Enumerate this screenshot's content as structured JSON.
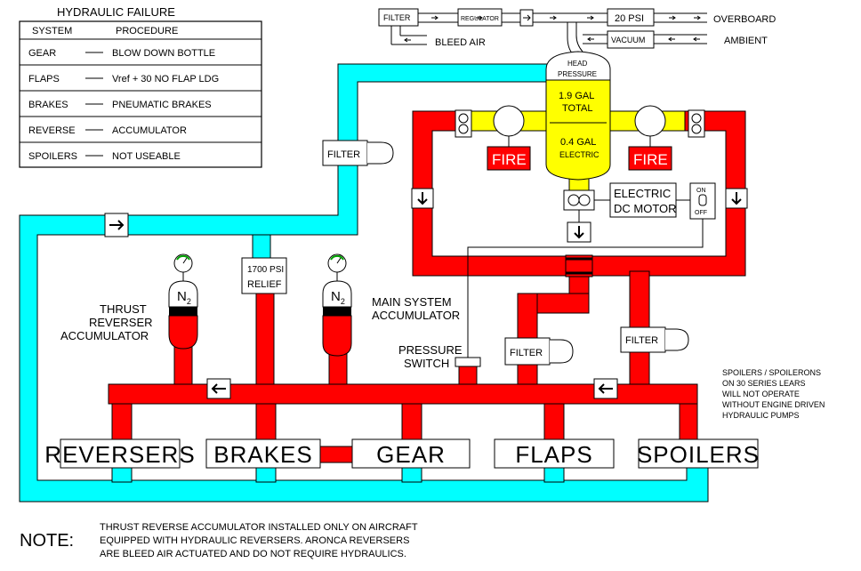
{
  "failure_table": {
    "title": "HYDRAULIC FAILURE",
    "col_system": "SYSTEM",
    "col_procedure": "PROCEDURE",
    "rows": [
      {
        "system": "GEAR",
        "procedure": "BLOW DOWN BOTTLE"
      },
      {
        "system": "FLAPS",
        "procedure": "Vref + 30 NO FLAP LDG"
      },
      {
        "system": "BRAKES",
        "procedure": "PNEUMATIC BRAKES"
      },
      {
        "system": "REVERSE",
        "procedure": "ACCUMULATOR"
      },
      {
        "system": "SPOILERS",
        "procedure": "NOT USEABLE"
      }
    ]
  },
  "top_lines": {
    "filter": "FILTER",
    "regulator": "REGULATOR",
    "psi20": "20 PSI",
    "vacuum": "VACUUM",
    "overboard": "OVERBOARD",
    "ambient": "AMBIENT",
    "bleed_air": "BLEED AIR"
  },
  "reservoir": {
    "head": "HEAD",
    "pressure": "PRESSURE",
    "total_qty": "1.9 GAL",
    "total_label": "TOTAL",
    "elec_qty": "0.4 GAL",
    "elec_label": "ELECTRIC"
  },
  "components": {
    "fire": "FIRE",
    "motor_line1": "ELECTRIC",
    "motor_line2": "DC MOTOR",
    "switch_on": "ON",
    "switch_off": "OFF",
    "filter": "FILTER",
    "relief_line1": "1700 PSI",
    "relief_line2": "RELIEF",
    "n2": "N",
    "n2_sub": "2",
    "pressure_switch_line1": "PRESSURE",
    "pressure_switch_line2": "SWITCH"
  },
  "labels": {
    "thrust_acc": [
      "THRUST",
      "REVERSER",
      "ACCUMULATOR"
    ],
    "main_acc": [
      "MAIN SYSTEM",
      "ACCUMULATOR"
    ],
    "spoiler_note": [
      "SPOILERS / SPOILERONS",
      "ON 30 SERIES LEARS",
      "WILL NOT OPERATE",
      "WITHOUT ENGINE DRIVEN",
      "HYDRAULIC PUMPS"
    ]
  },
  "systems": [
    "REVERSERS",
    "BRAKES",
    "GEAR",
    "FLAPS",
    "SPOILERS"
  ],
  "note": {
    "label": "NOTE:",
    "lines": [
      "THRUST REVERSE ACCUMULATOR INSTALLED ONLY ON AIRCRAFT",
      "EQUIPPED WITH HYDRAULIC REVERSERS.  ARONCA REVERSERS",
      "ARE BLEED AIR ACTUATED AND DO NOT REQUIRE HYDRAULICS."
    ]
  },
  "colors": {
    "pressure": "#ff0000",
    "return": "#00ffff",
    "suction": "#ffff00"
  }
}
